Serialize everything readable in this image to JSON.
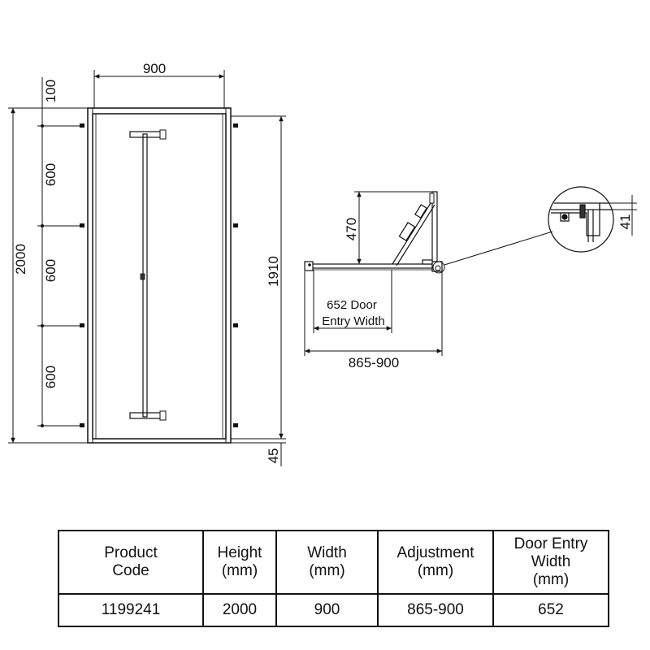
{
  "front_view": {
    "width_label": "900",
    "top_gap_label": "100",
    "overall_height_label": "2000",
    "segment_labels": [
      "600",
      "600",
      "600"
    ],
    "frame_height_label": "1910",
    "bottom_gap_label": "45"
  },
  "plan_view": {
    "opening_depth_label": "470",
    "door_entry_label_line1": "652 Door",
    "door_entry_label_line2": "Entry Width",
    "adjustment_label": "865-900"
  },
  "detail_view": {
    "offset_label": "41"
  },
  "table": {
    "headers": [
      "Product\nCode",
      "Height\n(mm)",
      "Width\n(mm)",
      "Adjustment\n(mm)",
      "Door Entry\nWidth\n(mm)"
    ],
    "row": [
      "1199241",
      "2000",
      "900",
      "865-900",
      "652"
    ]
  }
}
